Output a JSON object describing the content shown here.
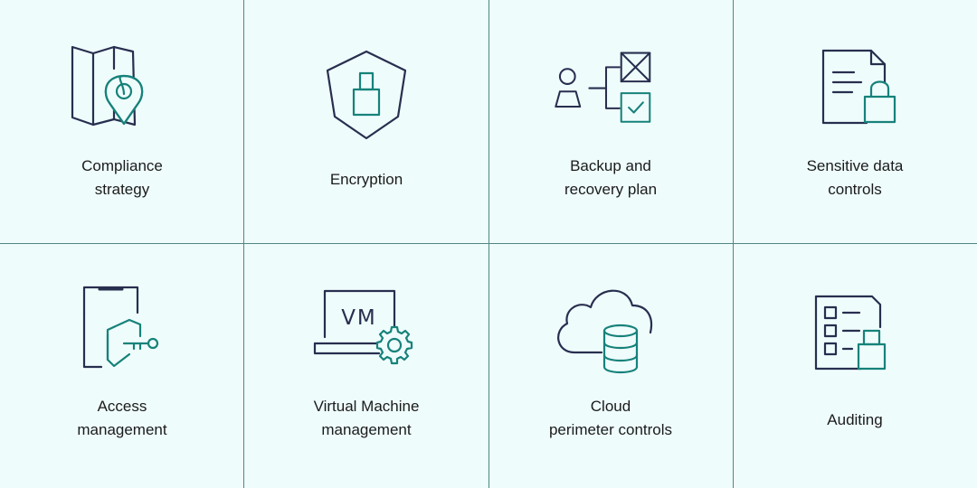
{
  "colors": {
    "background": "#effcfc",
    "divider": "#4f8685",
    "icon_primary": "#272f4f",
    "icon_accent": "#16827a",
    "text": "#1b1b1b"
  },
  "cells": [
    {
      "icon": "map-pin-icon",
      "lines": [
        "Compliance",
        "strategy"
      ]
    },
    {
      "icon": "shield-lock-icon",
      "lines": [
        "Encryption"
      ]
    },
    {
      "icon": "user-choice-icon",
      "lines": [
        "Backup and",
        "recovery plan"
      ]
    },
    {
      "icon": "document-lock-icon",
      "lines": [
        "Sensitive data",
        "controls"
      ]
    },
    {
      "icon": "phone-shield-key-icon",
      "lines": [
        "Access",
        "management"
      ]
    },
    {
      "icon": "vm-gear-icon",
      "lines": [
        "Virtual Machine",
        "management"
      ]
    },
    {
      "icon": "cloud-database-icon",
      "lines": [
        "Cloud",
        "perimeter controls"
      ]
    },
    {
      "icon": "checklist-lock-icon",
      "lines": [
        "Auditing"
      ]
    }
  ],
  "vm_text": "VM"
}
